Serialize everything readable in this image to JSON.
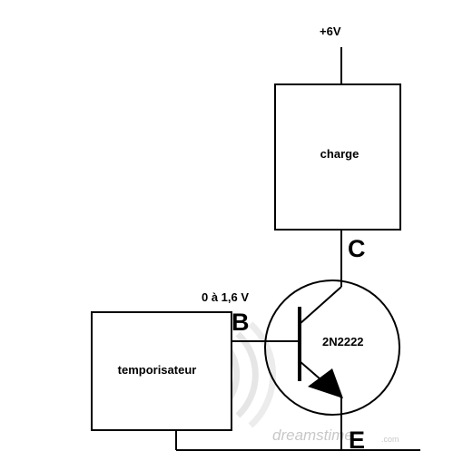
{
  "supply": {
    "label": "+6V"
  },
  "load": {
    "label": "charge"
  },
  "timer": {
    "label": "temporisateur"
  },
  "transistor": {
    "part": "2N2222",
    "collector_label": "C",
    "base_label": "B",
    "emitter_label": "E"
  },
  "base_voltage": {
    "label": "0 à 1,6 V"
  },
  "watermark": {
    "text": "dreamstime",
    "suffix": ".com"
  }
}
